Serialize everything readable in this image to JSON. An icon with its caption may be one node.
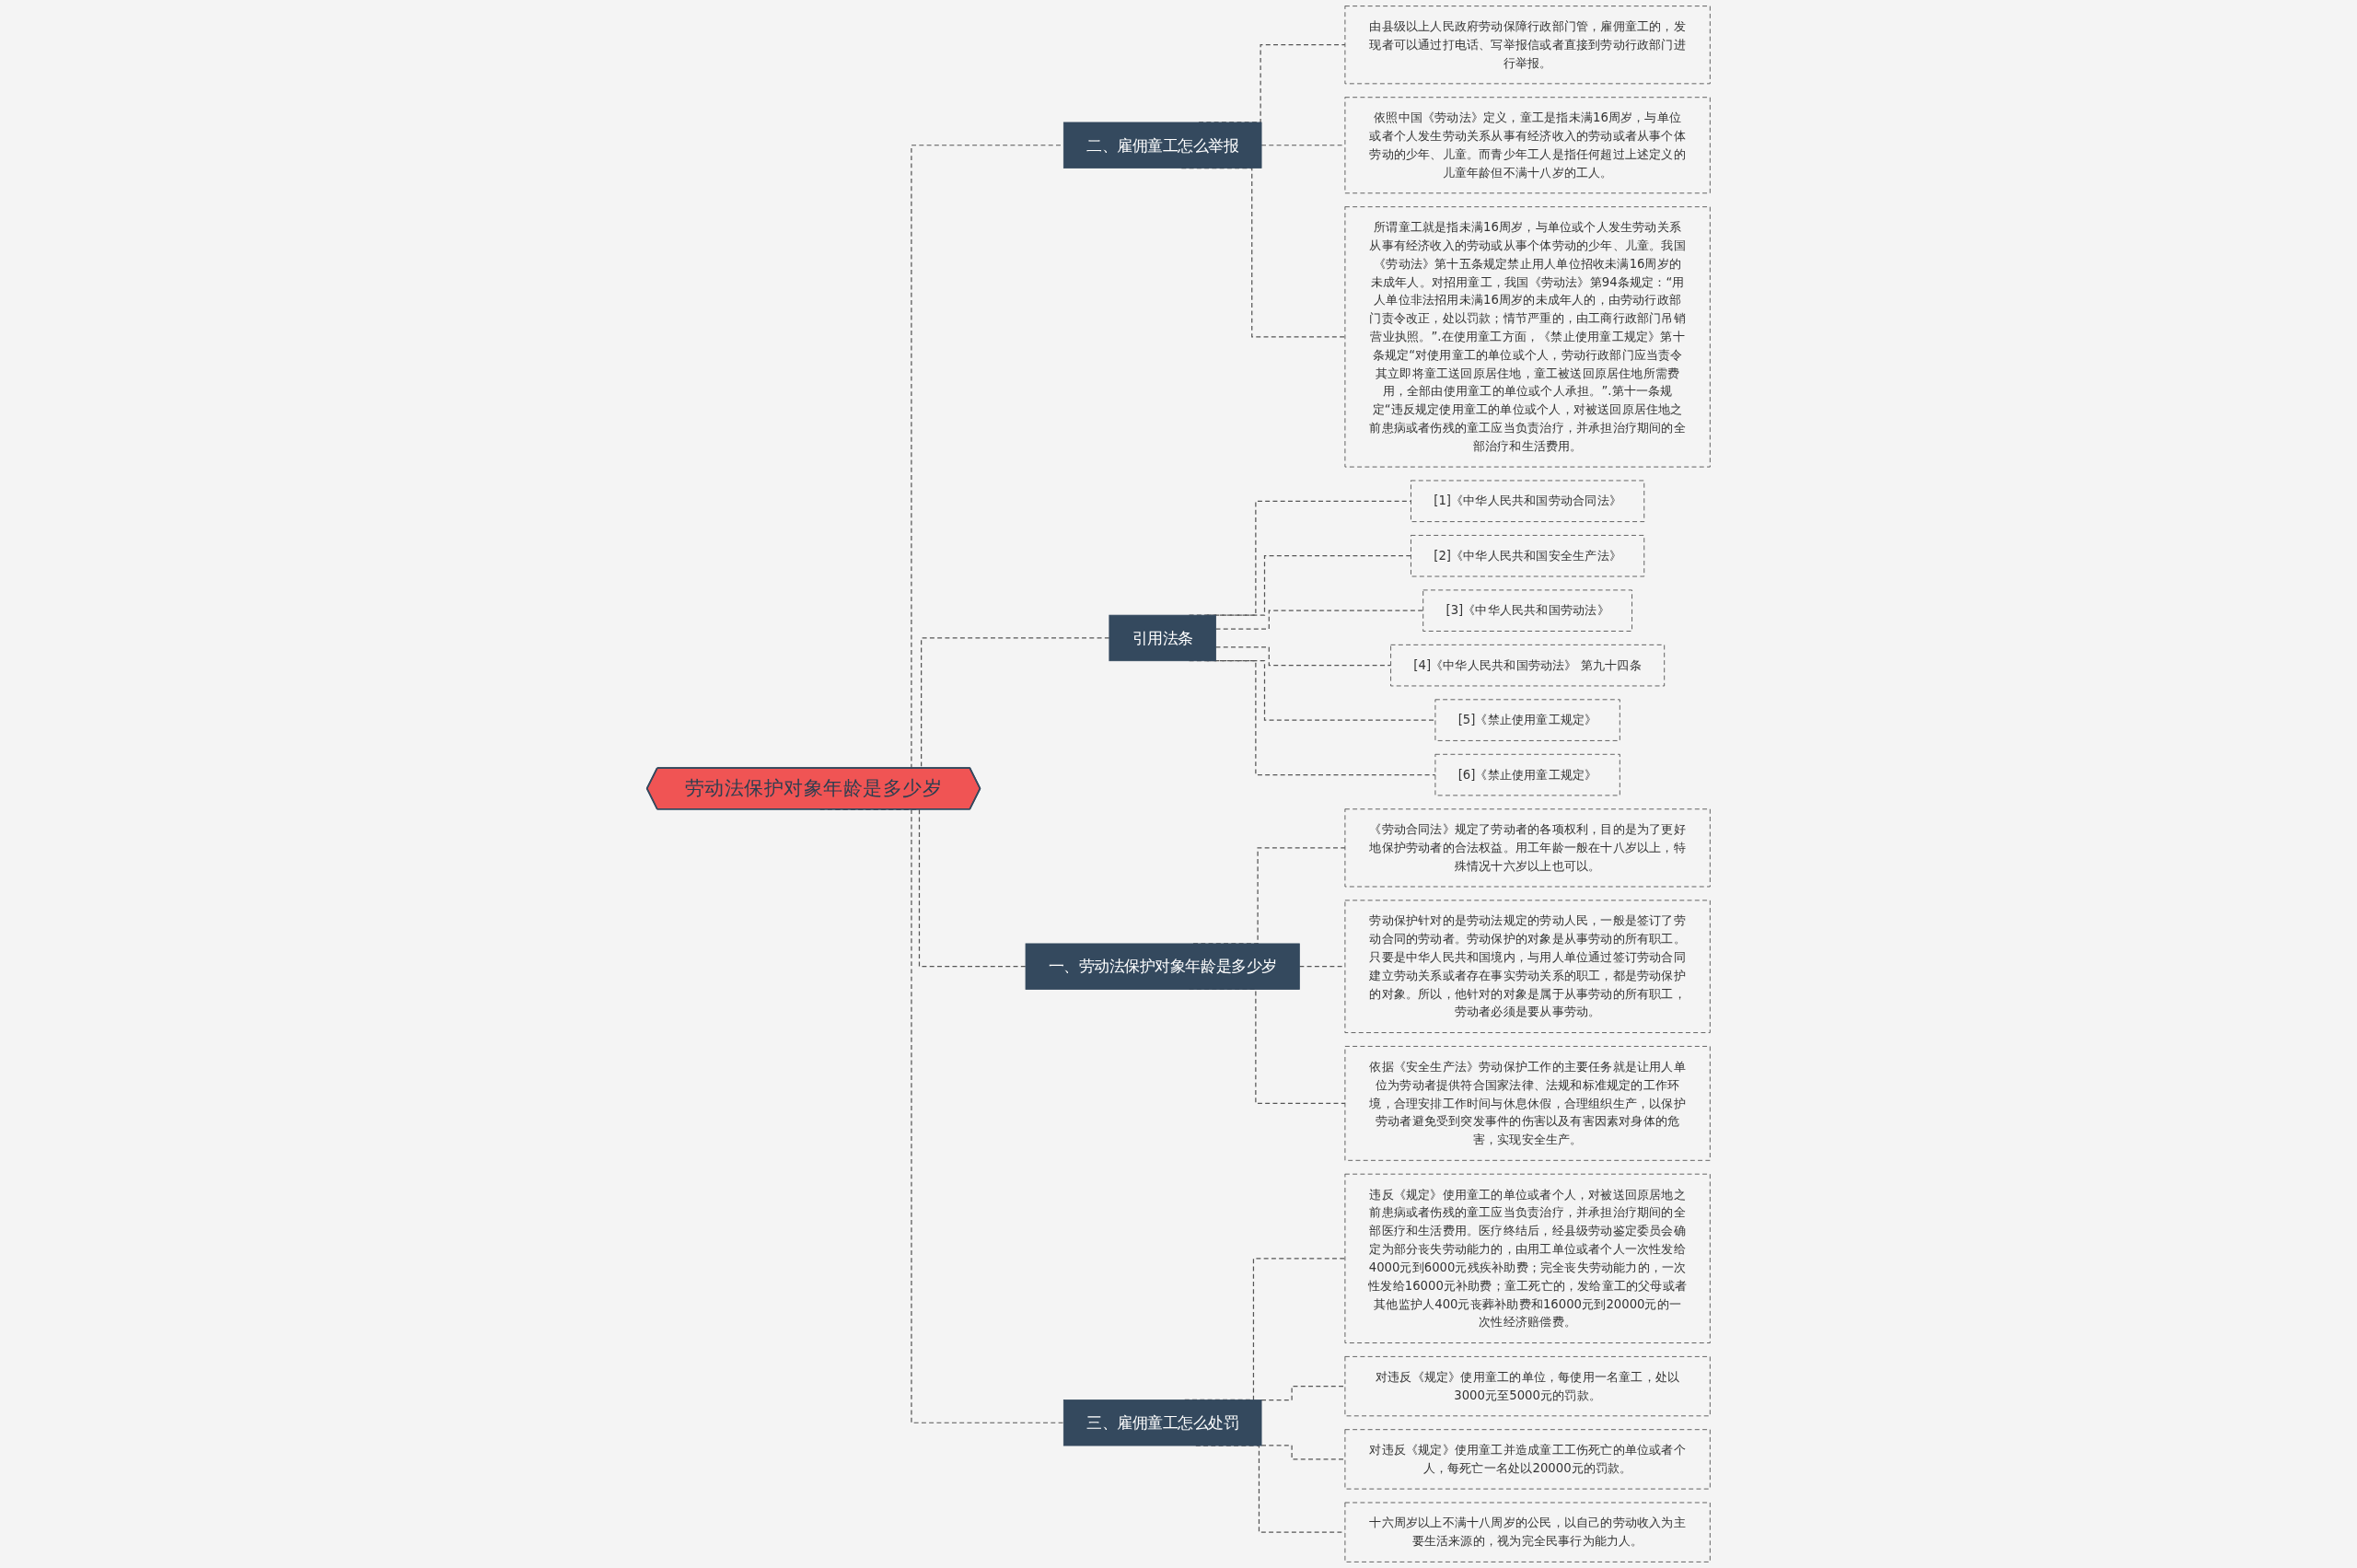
{
  "diagram": {
    "nodes": [
      {
        "text": [
          "劳动法保护对象年龄是多少岁"
        ]
      },
      {
        "text": [
          "二、雇佣童工怎么举报"
        ]
      },
      {
        "text": [
          "由县级以上人民政府劳动保障行政部门管，雇佣童工的，发现者可以通过打电话、写举报信或者直接到劳动行政部门进行举报。"
        ]
      },
      {
        "text": [
          "依照中国《劳动法》定义，童工是指未满16周岁，与单位或者个人发生劳动关系从事有经济收入的劳动或者从事个体劳动的少年、儿童。而青少年工人是指任何超过上述定义的儿童年龄但不满十八岁的工人。"
        ]
      },
      {
        "text": [
          "所谓童工就是指未满16周岁，与单位或个人发生劳动关系从事有经济收入的劳动或从事个体劳动的少年、儿童。我国《劳动法》第十五条规定禁止用人单位招收未满16周岁的未成年人。对招用童工，我国《劳动法》第94条规定：“用人单位非法招用未满16周岁的未成年人的，由劳动行政部门责令改正，处以罚款；情节严重的，由工商行政部门吊销营业执照。”.在使用童工方面，《禁止使用童工规定》第十条规定“对使用童工的单位或个人，劳动行政部门应当责令其立即将童工送回原居住地，童工被送回原居住地所需费用，全部由使用童工的单位或个人承担。”.第十一条规定“违反规定使用童工的单位或个人，对被送回原居住地之前患病或者伤残的童工应当负责治疗，并承担治疗期间的全部治疗和生活费用。"
        ]
      },
      {
        "text": [
          "引用法条"
        ]
      },
      {
        "text": [
          "[1]《中华人民共和国劳动合同法》"
        ]
      },
      {
        "text": [
          "[2]《中华人民共和国安全生产法》"
        ]
      },
      {
        "text": [
          "[3]《中华人民共和国劳动法》"
        ]
      },
      {
        "text": [
          "[4]《中华人民共和国劳动法》 第九十四条"
        ]
      },
      {
        "text": [
          "[5]《禁止使用童工规定》"
        ]
      },
      {
        "text": [
          "[6]《禁止使用童工规定》"
        ]
      },
      {
        "text": [
          "一、劳动法保护对象年龄是多少岁"
        ]
      },
      {
        "text": [
          "《劳动合同法》规定了劳动者的各项权利，目的是为了更好地保护劳动者的合法权益。用工年龄一般在十八岁以上，特殊情况十六岁以上也可以。"
        ]
      },
      {
        "text": [
          "劳动保护针对的是劳动法规定的劳动人民，一般是签订了劳动合同的劳动者。劳动保护的对象是从事劳动的所有职工。只要是中华人民共和国境内，与用人单位通过签订劳动合同建立劳动关系或者存在事实劳动关系的职工，都是劳动保护的对象。所以，他针对的对象是属于从事劳动的所有职工，劳动者必须是要从事劳动。"
        ]
      },
      {
        "text": [
          "依据《安全生产法》劳动保护工作的主要任务就是让用人单位为劳动者提供符合国家法律、法规和标准规定的工作环境，合理安排工作时间与休息休假，合理组织生产，以保护劳动者避免受到突发事件的伤害以及有害因素对身体的危害，实现安全生产。"
        ]
      },
      {
        "text": [
          "三、雇佣童工怎么处罚"
        ]
      },
      {
        "text": [
          "违反《规定》使用童工的单位或者个人，对被送回原居地之前患病或者伤残的童工应当负责治疗，并承担治疗期间的全部医疗和生活费用。医疗终结后，经县级劳动鉴定委员会确定为部分丧失劳动能力的，由用工单位或者个人一次性发给4000元到6000元残疾补助费；完全丧失劳动能力的，一次性发给16000元补助费；童工死亡的，发给童工的父母或者其他监护人400元丧葬补助费和16000元到20000元的一次性经济赔偿费。"
        ]
      },
      {
        "text": [
          "对违反《规定》使用童工的单位，每使用一名童工，处以3000元至5000元的罚款。"
        ]
      },
      {
        "text": [
          "对违反《规定》使用童工并造成童工工伤死亡的单位或者个人，每死亡一名处以20000元的罚款。"
        ]
      },
      {
        "text": [
          "十六周岁以上不满十八周岁的公民，以自己的劳动收入为主要生活来源的，视为完全民事行为能力人。"
        ]
      }
    ],
    "edges": [
      {
        "from": 0,
        "to": 1,
        "arrow": "none",
        "style": "dashed"
      },
      {
        "from": 1,
        "to": 2,
        "arrow": "none",
        "style": "dashed"
      },
      {
        "from": 1,
        "to": 3,
        "arrow": "none",
        "style": "dashed"
      },
      {
        "from": 1,
        "to": 4,
        "arrow": "none",
        "style": "dashed"
      },
      {
        "from": 0,
        "to": 5,
        "arrow": "none",
        "style": "dashed"
      },
      {
        "from": 5,
        "to": 6,
        "arrow": "none",
        "style": "dashed"
      },
      {
        "from": 5,
        "to": 7,
        "arrow": "none",
        "style": "dashed"
      },
      {
        "from": 5,
        "to": 8,
        "arrow": "none",
        "style": "dashed"
      },
      {
        "from": 5,
        "to": 9,
        "arrow": "none",
        "style": "dashed"
      },
      {
        "from": 5,
        "to": 10,
        "arrow": "none",
        "style": "dashed"
      },
      {
        "from": 5,
        "to": 11,
        "arrow": "none",
        "style": "dashed"
      },
      {
        "from": 0,
        "to": 12,
        "arrow": "none",
        "style": "dashed"
      },
      {
        "from": 12,
        "to": 13,
        "arrow": "none",
        "style": "dashed"
      },
      {
        "from": 12,
        "to": 14,
        "arrow": "none",
        "style": "dashed"
      },
      {
        "from": 12,
        "to": 15,
        "arrow": "none",
        "style": "dashed"
      },
      {
        "from": 0,
        "to": 16,
        "arrow": "none",
        "style": "dashed"
      },
      {
        "from": 16,
        "to": 17,
        "arrow": "none",
        "style": "dashed"
      },
      {
        "from": 16,
        "to": 18,
        "arrow": "none",
        "style": "dashed"
      },
      {
        "from": 16,
        "to": 19,
        "arrow": "none",
        "style": "dashed"
      },
      {
        "from": 16,
        "to": 20,
        "arrow": "none",
        "style": "dashed"
      }
    ]
  }
}
